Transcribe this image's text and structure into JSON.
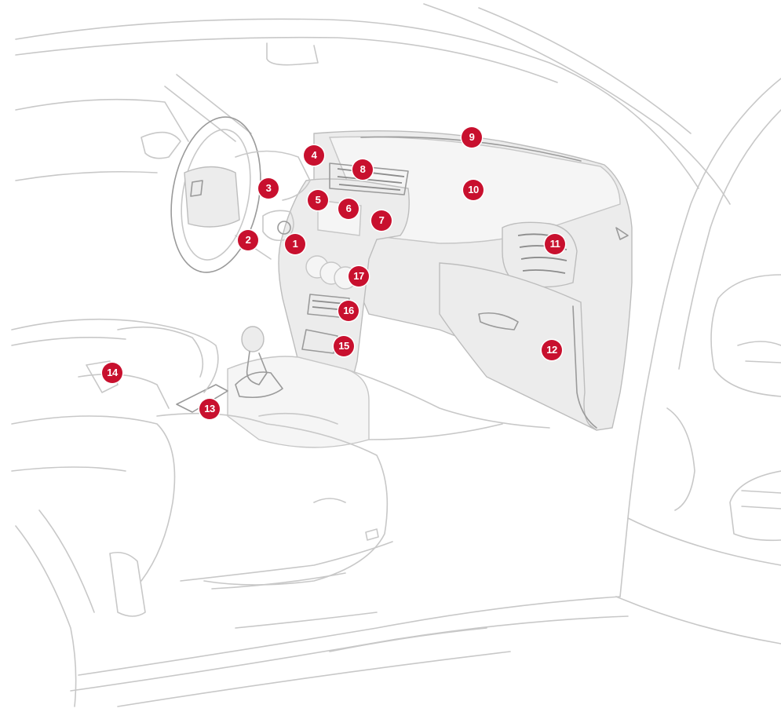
{
  "markers": {
    "m1": "1",
    "m2": "2",
    "m3": "3",
    "m4": "4",
    "m5": "5",
    "m6": "6",
    "m7": "7",
    "m8": "8",
    "m9": "9",
    "m10": "10",
    "m11": "11",
    "m12": "12",
    "m13": "13",
    "m14": "14",
    "m15": "15",
    "m16": "16",
    "m17": "17"
  },
  "colors": {
    "marker": "#c8102e",
    "line_art": "#c8c8c8",
    "dashboard_panel": "#ececec"
  }
}
